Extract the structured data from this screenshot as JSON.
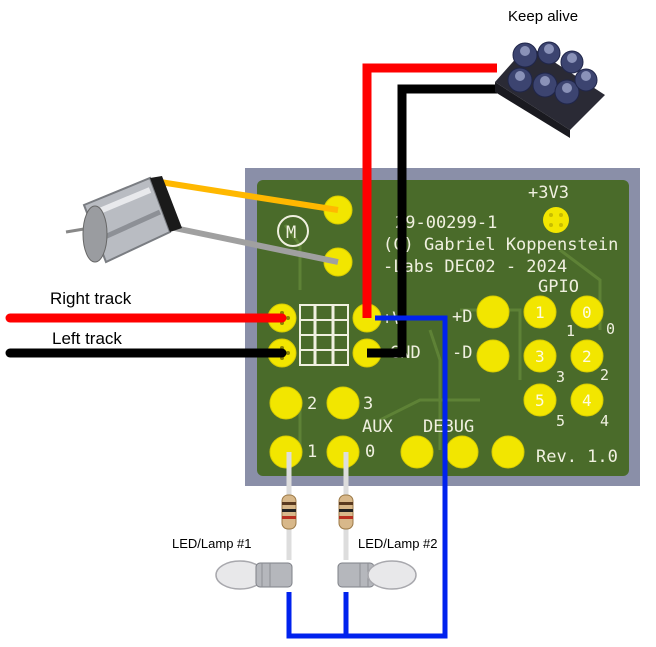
{
  "labels": {
    "keep_alive": "Keep alive",
    "right_track": "Right track",
    "left_track": "Left track",
    "lamp1": "LED/Lamp #1",
    "lamp2": "LED/Lamp #2"
  },
  "pcb": {
    "line1": "29-00299-1",
    "line2": "(C) Gabriel Koppenstein",
    "line3": "-Labs DEC02 - 2024",
    "v3": "+3V3",
    "gpio": "GPIO",
    "aux": "AUX",
    "debug": "DEBUG",
    "rev": "Rev. 1.0",
    "plus_v": "+V",
    "gnd": "GND",
    "plus_d": "+D",
    "minus_d": "-D",
    "motor": "M",
    "aux_num_2": "2",
    "aux_num_3": "3",
    "aux_num_1": "1",
    "aux_num_0": "0",
    "gpio_0": "0",
    "gpio_1": "1",
    "gpio_2": "2",
    "gpio_3": "3",
    "gpio_4": "4",
    "gpio_5": "5",
    "side_0": "0",
    "side_1": "1",
    "side_2": "2",
    "side_3": "3",
    "side_4": "4",
    "side_5": "5"
  },
  "colors": {
    "pcb_green": "#4a6b2a",
    "pcb_frame": "#8a8fa8",
    "pad_yellow": "#f2e600",
    "wire_red": "#ff0000",
    "wire_black": "#000000",
    "wire_blue": "#0022ee",
    "wire_orange": "#ffb800",
    "wire_gray": "#a0a0a0"
  }
}
